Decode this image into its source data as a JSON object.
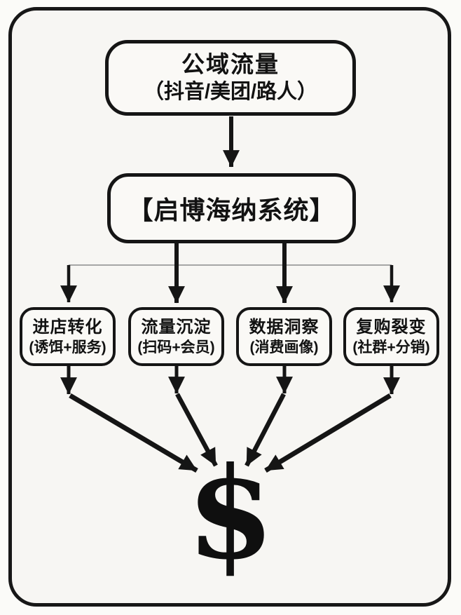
{
  "diagram": {
    "source": {
      "title": "公域流量",
      "subtitle": "（抖音/美团/路人）"
    },
    "system": {
      "label": "【启博海纳系统】"
    },
    "branches": [
      {
        "title": "进店转化",
        "subtitle": "(诱饵+服务)"
      },
      {
        "title": "流量沉淀",
        "subtitle": "(扫码+会员)"
      },
      {
        "title": "数据洞察",
        "subtitle": "(消费画像)"
      },
      {
        "title": "复购裂变",
        "subtitle": "(社群+分销)"
      }
    ],
    "result": {
      "symbol": "$"
    },
    "colors": {
      "ink": "#151515",
      "frame_background": "#f7f6f3",
      "box_background": "#faf9f6",
      "light_connector": "#8c8c8c"
    }
  }
}
